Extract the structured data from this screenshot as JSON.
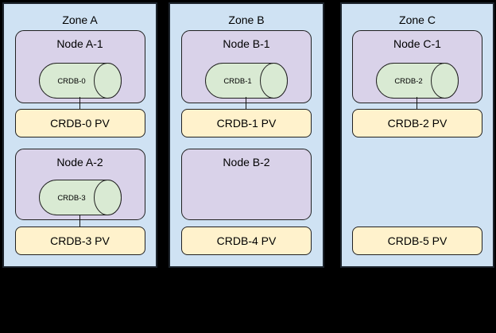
{
  "colors": {
    "background": "#000000",
    "zone_fill": "#cfe2f3",
    "zone_border": "#1d242c",
    "node_fill": "#d9d2e9",
    "pod_fill": "#d9ead3",
    "pv_fill": "#fff2cc",
    "connector_line": "#111111"
  },
  "zones": [
    {
      "label": "Zone A",
      "slots": [
        {
          "node": {
            "label": "Node A-1",
            "pod": {
              "label": "CRDB-0"
            }
          },
          "pv": {
            "label": "CRDB-0 PV"
          }
        },
        {
          "node": {
            "label": "Node A-2",
            "pod": {
              "label": "CRDB-3"
            }
          },
          "pv": {
            "label": "CRDB-3 PV"
          }
        }
      ]
    },
    {
      "label": "Zone B",
      "slots": [
        {
          "node": {
            "label": "Node B-1",
            "pod": {
              "label": "CRDB-1"
            }
          },
          "pv": {
            "label": "CRDB-1 PV"
          }
        },
        {
          "node": {
            "label": "Node B-2"
          },
          "pv": {
            "label": "CRDB-4 PV"
          }
        }
      ]
    },
    {
      "label": "Zone C",
      "slots": [
        {
          "node": {
            "label": "Node C-1",
            "pod": {
              "label": "CRDB-2"
            }
          },
          "pv": {
            "label": "CRDB-2 PV"
          }
        },
        {
          "pv": {
            "label": "CRDB-5 PV"
          }
        }
      ]
    }
  ]
}
